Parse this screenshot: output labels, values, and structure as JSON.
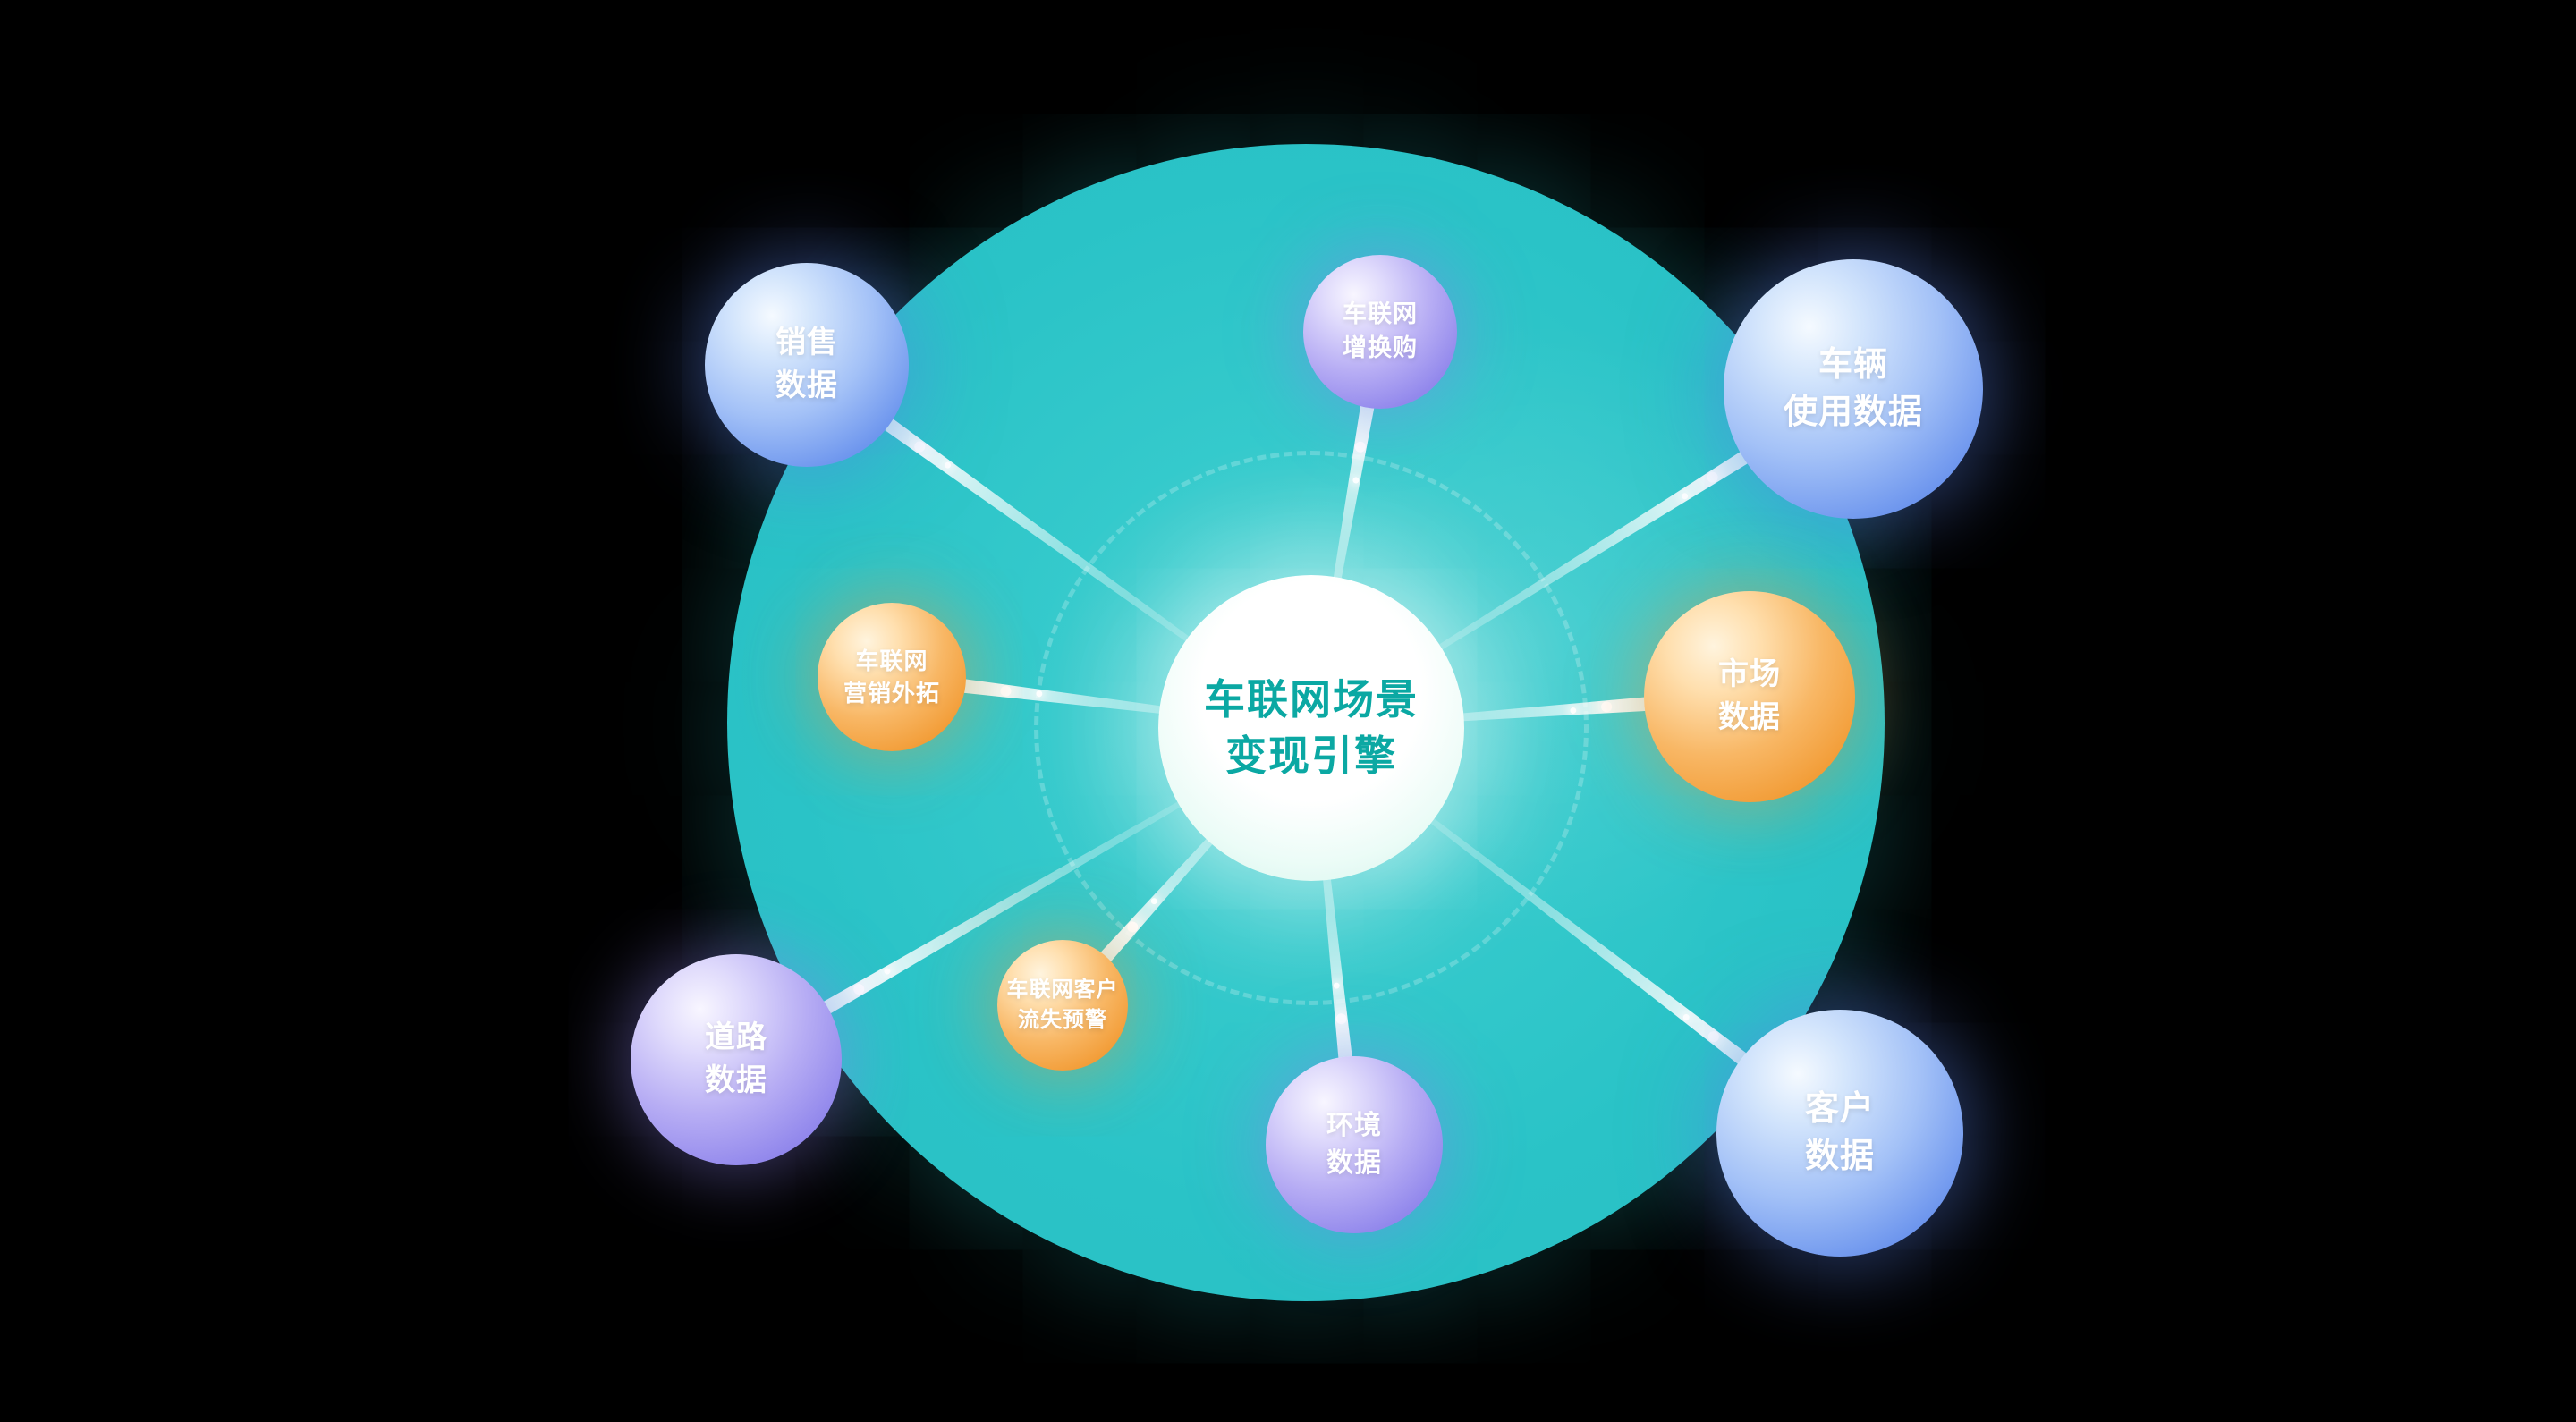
{
  "center": {
    "lines": [
      "车联网场景",
      "变现引擎"
    ]
  },
  "nodes": [
    {
      "id": "sales-data",
      "lines": [
        "销售",
        "数据"
      ],
      "theme": "blue",
      "color": "#4b7ce4"
    },
    {
      "id": "iov-trade-in-repurchase",
      "lines": [
        "车联网",
        "增换购"
      ],
      "theme": "purple",
      "color": "#7d73e3"
    },
    {
      "id": "vehicle-usage-data",
      "lines": [
        "车辆",
        "使用数据"
      ],
      "theme": "blue",
      "color": "#4b7ce4"
    },
    {
      "id": "iov-marketing-expansion",
      "lines": [
        "车联网",
        "营销外拓"
      ],
      "theme": "orange",
      "color": "#ef9025"
    },
    {
      "id": "market-data",
      "lines": [
        "市场",
        "数据"
      ],
      "theme": "orange",
      "color": "#ef9025"
    },
    {
      "id": "road-data",
      "lines": [
        "道路",
        "数据"
      ],
      "theme": "purple",
      "color": "#7d73e3"
    },
    {
      "id": "iov-customer-churn-warning",
      "lines": [
        "车联网客户",
        "流失预警"
      ],
      "theme": "orange",
      "color": "#ef9025"
    },
    {
      "id": "environment-data",
      "lines": [
        "环境",
        "数据"
      ],
      "theme": "purple",
      "color": "#7d73e3"
    },
    {
      "id": "customer-data",
      "lines": [
        "客户",
        "数据"
      ],
      "theme": "blue",
      "color": "#4b7ce4"
    }
  ],
  "palette": {
    "background": "#000000",
    "main_circle": "#2AC3C7",
    "hub_fill": "#FFFFFF",
    "hub_text": "#0BA8A3",
    "blue_sphere": "#4B7CE4",
    "purple_sphere": "#7D73E3",
    "orange_sphere": "#EF9025",
    "beam": "#FFFFFF"
  }
}
